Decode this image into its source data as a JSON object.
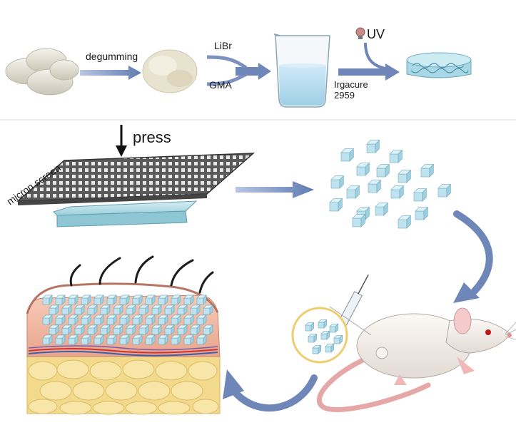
{
  "labels": {
    "degumming": "degumming",
    "libr": "LiBr",
    "gma": "GMA",
    "uv": "UV",
    "irgacure": "Irgacure",
    "irgacure_num": "2959",
    "press": "press",
    "micron_screen": "micron screen"
  },
  "colors": {
    "arrow": "#6f86b8",
    "arrow_dark": "#4f6aa3",
    "cocoon": "#e9e6da",
    "silk": "#ebe7d4",
    "beaker_liquid": "#bfe0f0",
    "hydrogel": "#a9d6e6",
    "cube": "#bfe3ee",
    "skin": "#f1b9a3",
    "fat": "#f4dc90",
    "mouse": "#f3eeea",
    "mouse_ear": "#f2b9b9"
  }
}
